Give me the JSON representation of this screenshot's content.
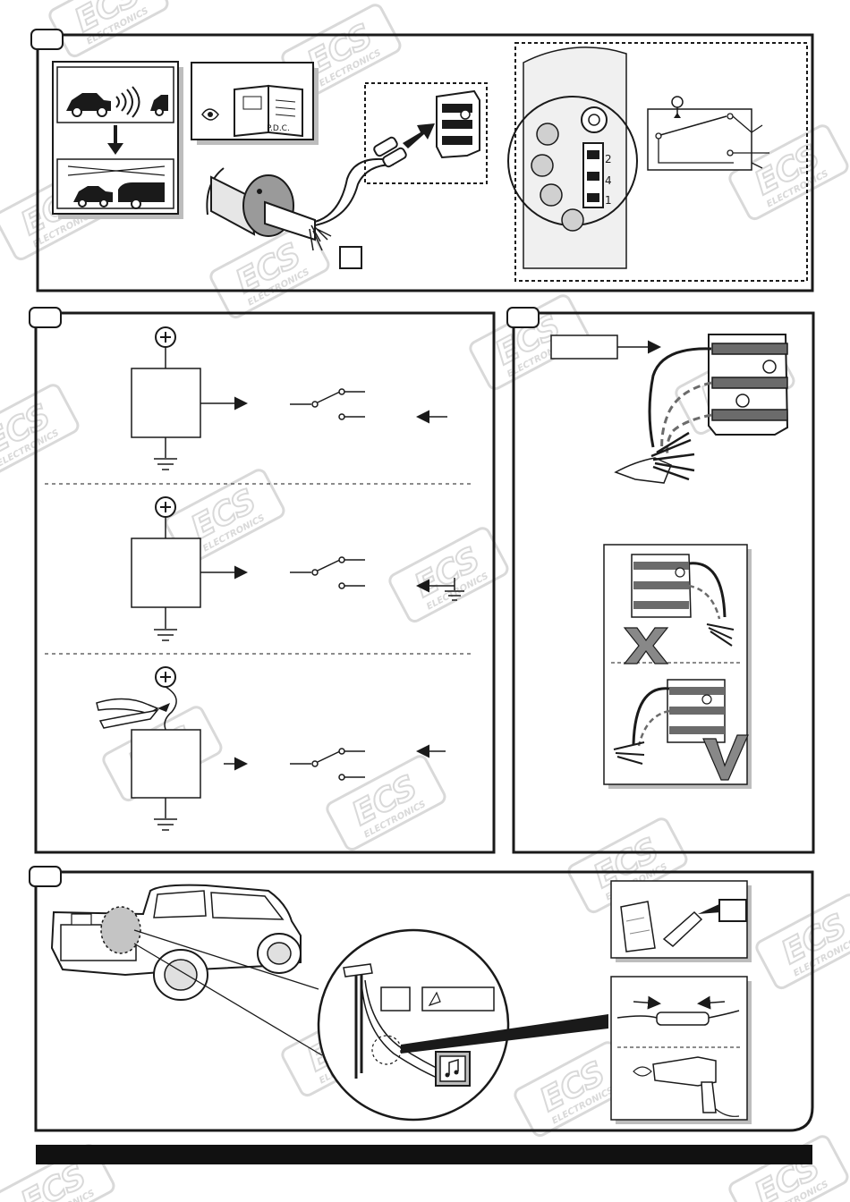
{
  "watermark": {
    "brand": "ECS",
    "sub": "ELECTRONICS"
  },
  "panel1": {
    "book_label": "P.D.C.",
    "terminal_numbers": [
      "2",
      "4",
      "1"
    ]
  },
  "colors": {
    "line": "#1a1a1a",
    "shadow": "#bdbdbd",
    "watermark": "#d9d9d9",
    "footer": "#111111"
  }
}
